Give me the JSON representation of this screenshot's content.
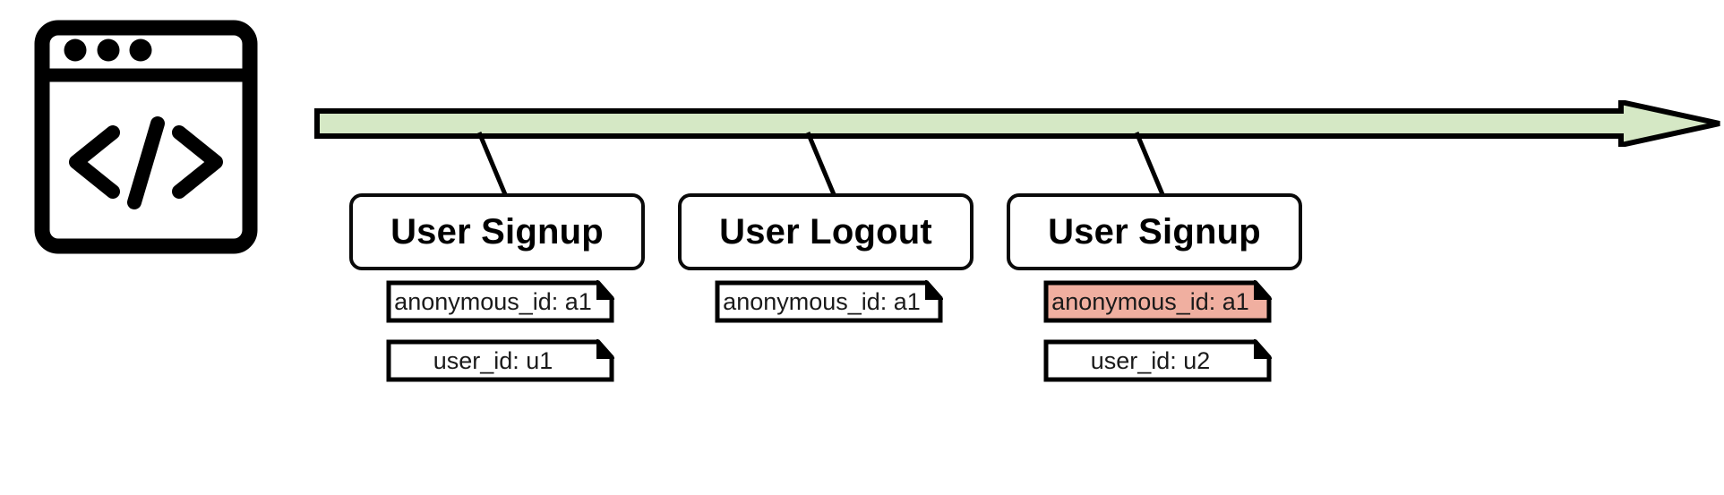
{
  "diagram": {
    "title": "Anonymous ID timeline diagram",
    "source_icon": {
      "name": "code-window-icon",
      "dots": 3,
      "glyph": "</>"
    },
    "timeline": {
      "name": "timeline-arrow",
      "direction": "left-to-right",
      "fill_color": "#D5E8C5",
      "stroke_color": "#000000"
    },
    "colors": {
      "timeline_fill": "#D5E8C5",
      "highlight_fill": "#F0AFA0",
      "note_fill": "#FFFFFF",
      "stroke": "#000000"
    },
    "events": [
      {
        "label": "User Signup",
        "notes": [
          {
            "text": "anonymous_id: a1",
            "highlighted": false
          },
          {
            "text": "user_id: u1",
            "highlighted": false
          }
        ]
      },
      {
        "label": "User Logout",
        "notes": [
          {
            "text": "anonymous_id: a1",
            "highlighted": false
          }
        ]
      },
      {
        "label": "User Signup",
        "notes": [
          {
            "text": "anonymous_id: a1",
            "highlighted": true
          },
          {
            "text": "user_id: u2",
            "highlighted": false
          }
        ]
      }
    ]
  }
}
